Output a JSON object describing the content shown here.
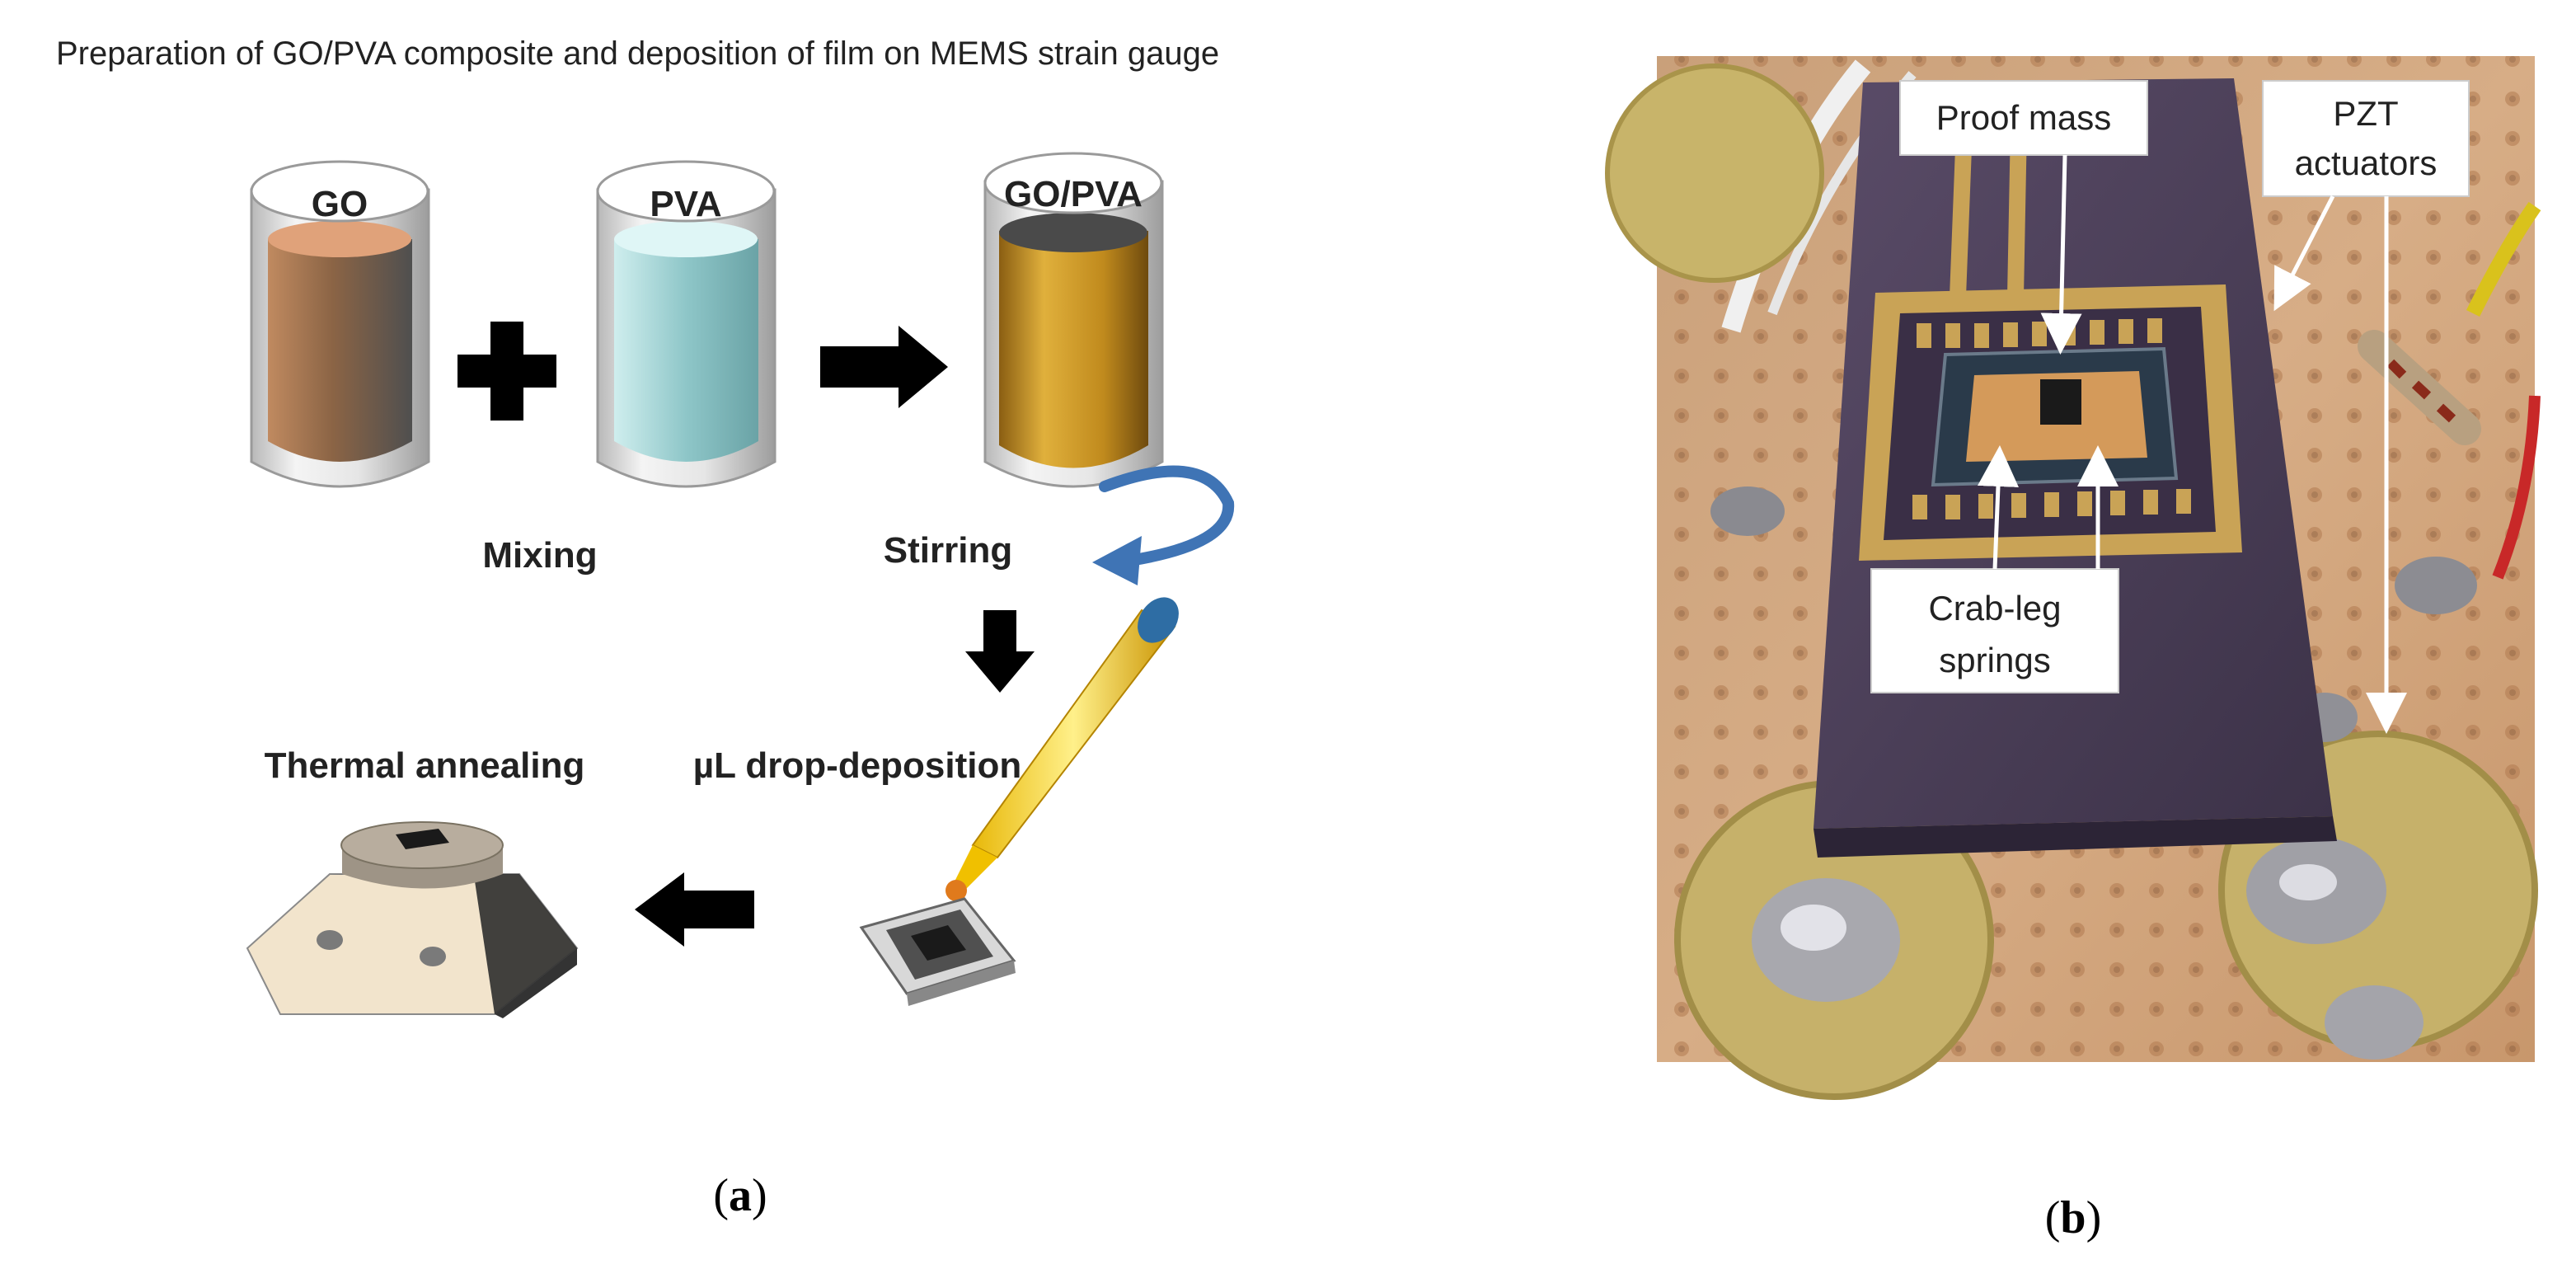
{
  "panel_a": {
    "title": "Preparation of GO/PVA composite and deposition of film on MEMS strain gauge",
    "beaker_go": "GO",
    "beaker_pva": "PVA",
    "beaker_gopva": "GO/PVA",
    "step_mixing": "Mixing",
    "step_stirring": "Stirring",
    "step_drop": "µL drop-deposition",
    "step_annealing": "Thermal annealing",
    "caption": "a"
  },
  "panel_b": {
    "label_proof_mass": "Proof mass",
    "label_pzt_line1": "PZT",
    "label_pzt_line2": "actuators",
    "label_crab_line1": "Crab-leg",
    "label_crab_line2": "springs",
    "caption": "b"
  },
  "colors": {
    "go_liquid": "#9a6a45",
    "pva_liquid": "#8fc8c8",
    "gopva_liquid": "#c4921f",
    "arrow": "#000000",
    "stir_arrow": "#3f74b5",
    "chip_body": "#4a3e56",
    "gold_pad": "#c9a356",
    "pcb": "#d4a077"
  }
}
